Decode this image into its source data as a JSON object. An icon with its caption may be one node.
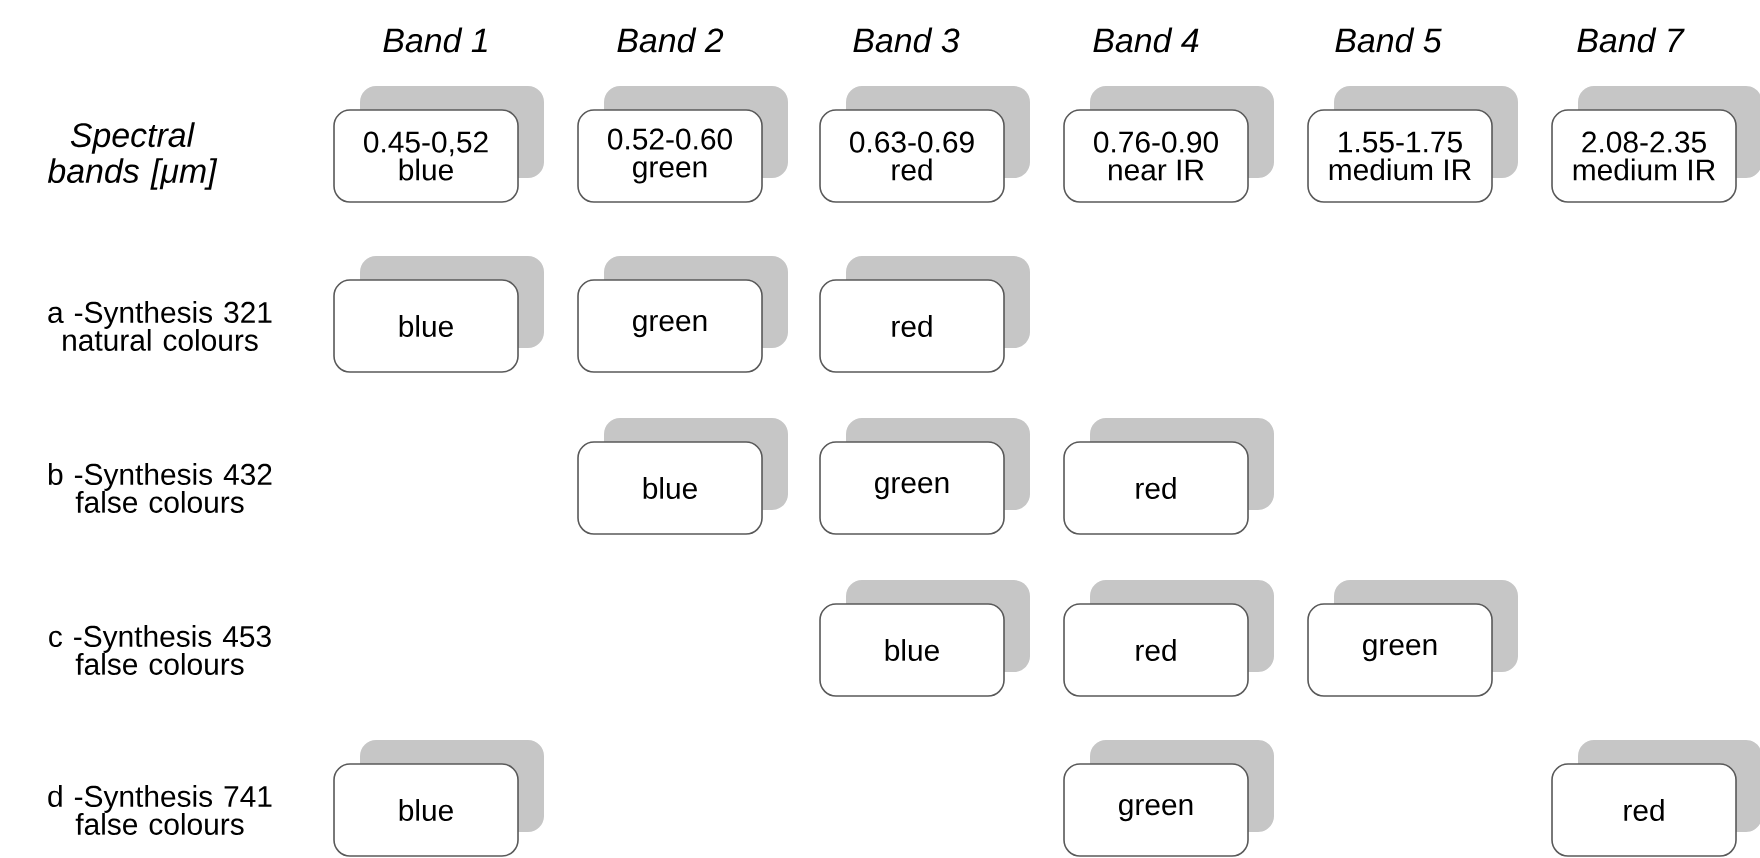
{
  "diagram": {
    "nodes": [
      {
        "text": [
          "0.45-0,52",
          "blue"
        ]
      },
      {
        "text": [
          "0.52-0.60",
          "green"
        ]
      },
      {
        "text": [
          "0.63-0.69",
          "red"
        ]
      },
      {
        "text": [
          "0.76-0.90",
          "near IR"
        ]
      },
      {
        "text": [
          "1.55-1.75",
          "medium IR"
        ]
      },
      {
        "text": [
          "2.08-2.35",
          "medium IR"
        ]
      },
      {
        "text": [
          "blue"
        ]
      },
      {
        "text": [
          "green"
        ]
      },
      {
        "text": [
          "red"
        ]
      },
      {
        "text": [
          "blue"
        ]
      },
      {
        "text": [
          "green"
        ]
      },
      {
        "text": [
          "red"
        ]
      },
      {
        "text": [
          "blue"
        ]
      },
      {
        "text": [
          "red"
        ]
      },
      {
        "text": [
          "green"
        ]
      },
      {
        "text": [
          "blue"
        ]
      },
      {
        "text": [
          "green"
        ]
      },
      {
        "text": [
          "red"
        ]
      }
    ],
    "labels": [
      "Band 1",
      "Band 2",
      "Band 3",
      "Band 4",
      "Band 5",
      "Band 7",
      "Spectral bands [μm]",
      "a -Synthesis 321 natural colours",
      "b -Synthesis 432 false colours",
      "c -Synthesis 453 false colours",
      "d -Synthesis 741 false colours"
    ]
  }
}
